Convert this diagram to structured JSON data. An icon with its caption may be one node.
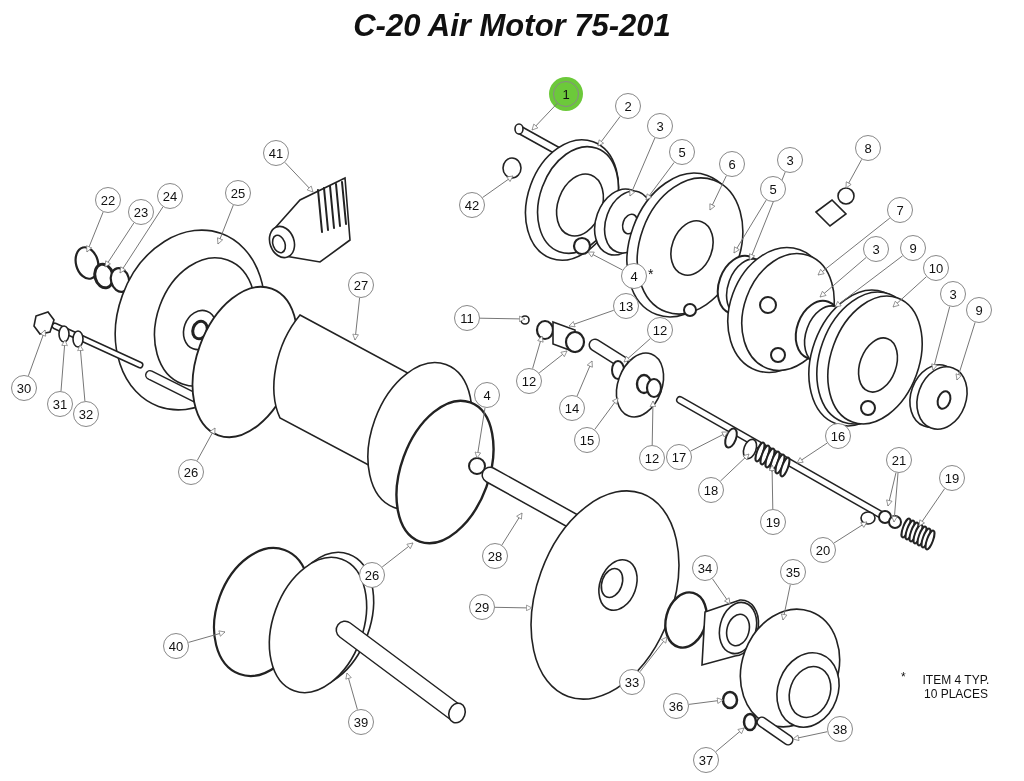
{
  "diagram": {
    "title": "C-20 Air Motor 75-201",
    "nodes": [
      {
        "text": [
          "1"
        ]
      },
      {
        "text": [
          "2"
        ]
      },
      {
        "text": [
          "3"
        ]
      },
      {
        "text": [
          "5"
        ]
      },
      {
        "text": [
          "6"
        ]
      },
      {
        "text": [
          "5"
        ]
      },
      {
        "text": [
          "3"
        ]
      },
      {
        "text": [
          "8"
        ]
      },
      {
        "text": [
          "7"
        ]
      },
      {
        "text": [
          "3"
        ]
      },
      {
        "text": [
          "9"
        ]
      },
      {
        "text": [
          "10"
        ]
      },
      {
        "text": [
          "3"
        ]
      },
      {
        "text": [
          "9"
        ]
      },
      {
        "text": [
          "41"
        ]
      },
      {
        "text": [
          "22"
        ]
      },
      {
        "text": [
          "23"
        ]
      },
      {
        "text": [
          "24"
        ]
      },
      {
        "text": [
          "25"
        ]
      },
      {
        "text": [
          "42"
        ]
      },
      {
        "text": [
          "4"
        ],
        "beside": [
          "*"
        ]
      },
      {
        "text": [
          "27"
        ]
      },
      {
        "text": [
          "11"
        ]
      },
      {
        "text": [
          "13"
        ]
      },
      {
        "text": [
          "12"
        ]
      },
      {
        "text": [
          "30"
        ]
      },
      {
        "text": [
          "31"
        ]
      },
      {
        "text": [
          "32"
        ]
      },
      {
        "text": [
          "12"
        ]
      },
      {
        "text": [
          "4"
        ]
      },
      {
        "text": [
          "14"
        ]
      },
      {
        "text": [
          "15"
        ]
      },
      {
        "text": [
          "12"
        ]
      },
      {
        "text": [
          "16"
        ]
      },
      {
        "text": [
          "17"
        ]
      },
      {
        "text": [
          "26"
        ]
      },
      {
        "text": [
          "21"
        ]
      },
      {
        "text": [
          "18"
        ]
      },
      {
        "text": [
          "19"
        ]
      },
      {
        "text": [
          "19"
        ]
      },
      {
        "text": [
          "20"
        ]
      },
      {
        "text": [
          "28"
        ]
      },
      {
        "text": [
          "26"
        ]
      },
      {
        "text": [
          "35"
        ]
      },
      {
        "text": [
          "29"
        ]
      },
      {
        "text": [
          "40"
        ]
      },
      {
        "text": [
          "33"
        ]
      },
      {
        "text": [
          "34"
        ]
      },
      {
        "text": [
          "39"
        ]
      },
      {
        "text": [
          "36"
        ]
      },
      {
        "text": [
          "38"
        ]
      },
      {
        "text": [
          "37"
        ]
      }
    ],
    "edges": [
      {
        "from": 0,
        "to": null,
        "arrow": "to"
      },
      {
        "from": 1,
        "to": null,
        "arrow": "to"
      },
      {
        "from": 2,
        "to": null,
        "arrow": "to"
      },
      {
        "from": 3,
        "to": null,
        "arrow": "to"
      },
      {
        "from": 4,
        "to": null,
        "arrow": "to"
      },
      {
        "from": 5,
        "to": null,
        "arrow": "to"
      },
      {
        "from": 6,
        "to": null,
        "arrow": "to"
      },
      {
        "from": 7,
        "to": null,
        "arrow": "to"
      },
      {
        "from": 8,
        "to": null,
        "arrow": "to"
      },
      {
        "from": 9,
        "to": null,
        "arrow": "to"
      },
      {
        "from": 10,
        "to": null,
        "arrow": "to"
      },
      {
        "from": 11,
        "to": null,
        "arrow": "to"
      },
      {
        "from": 12,
        "to": null,
        "arrow": "to"
      },
      {
        "from": 13,
        "to": null,
        "arrow": "to"
      },
      {
        "from": 14,
        "to": null,
        "arrow": "to"
      },
      {
        "from": 15,
        "to": null,
        "arrow": "to"
      },
      {
        "from": 16,
        "to": null,
        "arrow": "to"
      },
      {
        "from": 17,
        "to": null,
        "arrow": "to"
      },
      {
        "from": 18,
        "to": null,
        "arrow": "to"
      },
      {
        "from": 19,
        "to": null,
        "arrow": "to"
      },
      {
        "from": 20,
        "to": null,
        "arrow": "to"
      },
      {
        "from": 21,
        "to": null,
        "arrow": "to"
      },
      {
        "from": 22,
        "to": null,
        "arrow": "to"
      },
      {
        "from": 23,
        "to": null,
        "arrow": "to"
      },
      {
        "from": 24,
        "to": null,
        "arrow": "to"
      },
      {
        "from": 25,
        "to": null,
        "arrow": "to"
      },
      {
        "from": 26,
        "to": null,
        "arrow": "to"
      },
      {
        "from": 27,
        "to": null,
        "arrow": "to"
      },
      {
        "from": 28,
        "to": null,
        "arrow": "to"
      },
      {
        "from": 28,
        "to": null,
        "arrow": "to"
      },
      {
        "from": 29,
        "to": null,
        "arrow": "to"
      },
      {
        "from": 30,
        "to": null,
        "arrow": "to"
      },
      {
        "from": 31,
        "to": null,
        "arrow": "to"
      },
      {
        "from": 32,
        "to": null,
        "arrow": "to"
      },
      {
        "from": 33,
        "to": null,
        "arrow": "to"
      },
      {
        "from": 34,
        "to": null,
        "arrow": "to"
      },
      {
        "from": 35,
        "to": null,
        "arrow": "to"
      },
      {
        "from": 36,
        "to": null,
        "arrow": "to"
      },
      {
        "from": 36,
        "to": null,
        "arrow": "to"
      },
      {
        "from": 37,
        "to": null,
        "arrow": "to"
      },
      {
        "from": 38,
        "to": null,
        "arrow": "to"
      },
      {
        "from": 39,
        "to": null,
        "arrow": "to"
      },
      {
        "from": 40,
        "to": null,
        "arrow": "to"
      },
      {
        "from": 41,
        "to": null,
        "arrow": "to"
      },
      {
        "from": 42,
        "to": null,
        "arrow": "to"
      },
      {
        "from": 43,
        "to": null,
        "arrow": "to"
      },
      {
        "from": 44,
        "to": null,
        "arrow": "to"
      },
      {
        "from": 45,
        "to": null,
        "arrow": "to"
      },
      {
        "from": 46,
        "to": null,
        "arrow": "to"
      },
      {
        "from": 47,
        "to": null,
        "arrow": "to"
      },
      {
        "from": 48,
        "to": null,
        "arrow": "to"
      },
      {
        "from": 49,
        "to": null,
        "arrow": "to"
      },
      {
        "from": 50,
        "to": null,
        "arrow": "to"
      },
      {
        "from": 51,
        "to": null,
        "arrow": "to"
      }
    ],
    "labels": [
      "*",
      "ITEM 4 TYP. 10 PLACES"
    ]
  }
}
